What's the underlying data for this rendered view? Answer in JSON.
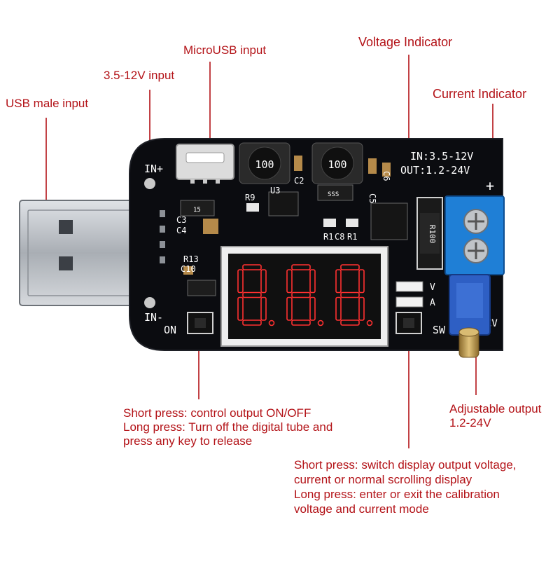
{
  "labels": {
    "usb_male_input": "USB male input",
    "v_range_input": "3.5-12V input",
    "microusb_input": "MicroUSB input",
    "voltage_indicator": "Voltage Indicator",
    "current_indicator": "Current Indicator",
    "on_button": {
      "line1": "Short press: control output ON/OFF",
      "line2": "Long press: Turn off the digital tube and",
      "line3": "press any key to release"
    },
    "sw_button": {
      "line1": "Short press: switch display output voltage,",
      "line2": "current or normal scrolling display",
      "line3": "Long press: enter or exit the calibration",
      "line4": "voltage and current mode"
    },
    "adjustable": {
      "line1": "Adjustable output",
      "line2": "1.2-24V"
    }
  },
  "board": {
    "spec_in": "IN:3.5-12V",
    "spec_out": "OUT:1.2-24V",
    "in_plus": "IN+",
    "in_minus": "IN-",
    "on": "ON",
    "sw": "SW",
    "cv": "CV",
    "plus": "+",
    "ind_v": "V",
    "ind_a": "A",
    "inductor_code": "100",
    "resistor": "R100",
    "chip_15": "15",
    "chip_sss": "SSS",
    "refs": {
      "c2": "C2",
      "c3": "C3",
      "c4": "C4",
      "c5": "C5",
      "c6": "C6",
      "u3": "U3",
      "r9": "R9",
      "r13": "R13",
      "c10": "C10",
      "r1": "R1",
      "c8": "C8",
      "r14": "R1"
    }
  },
  "colors": {
    "callout": "#b31217",
    "pcb": "#0b0c10",
    "usb_metal": "#b9bdc2",
    "terminal": "#1f7fd6",
    "pot": "#2e5fc4",
    "segment_on": "#ff3030"
  }
}
